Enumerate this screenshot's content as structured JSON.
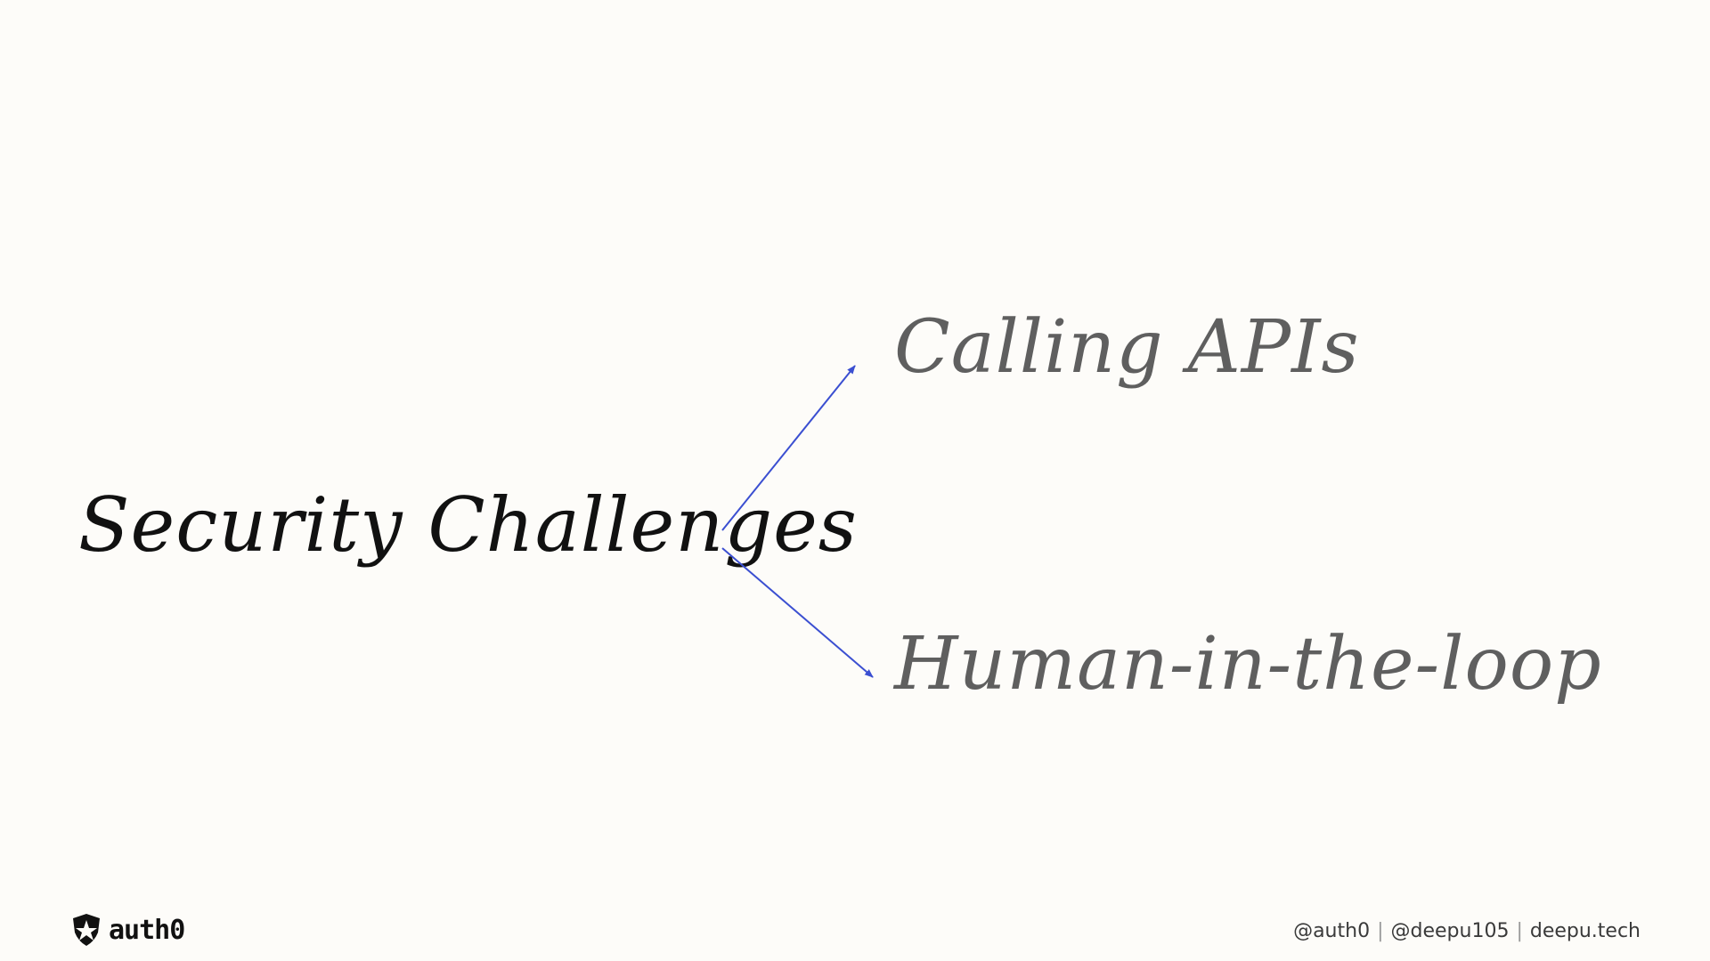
{
  "diagram": {
    "root": "Security Challenges",
    "branches": [
      "Calling APIs",
      "Human-in-the-loop"
    ],
    "arrow_color": "#3b4fd1"
  },
  "footer": {
    "logo_text": "auth0",
    "handles": [
      "@auth0",
      "@deepu105",
      "deepu.tech"
    ],
    "separator": "|"
  },
  "colors": {
    "background": "#fdfcf9",
    "root_text": "#111111",
    "branch_text": "#5f5f5f"
  }
}
